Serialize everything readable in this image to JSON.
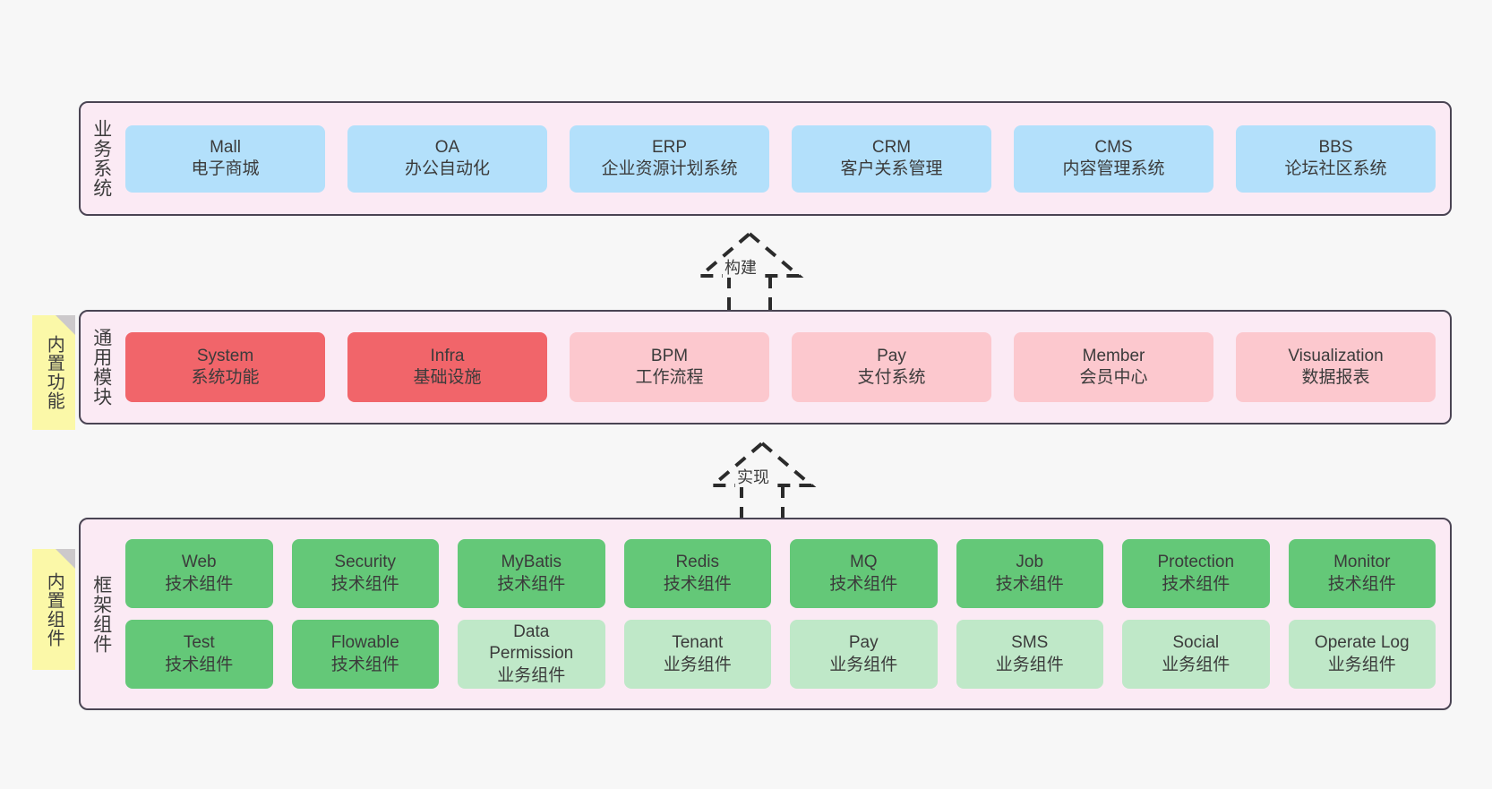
{
  "diagram": {
    "background": "#f7f7f7",
    "panel_bg": "#fbeaf4",
    "panel_border": "#4a4453",
    "sticky_bg": "#fbf8a8"
  },
  "layers": [
    {
      "id": "business",
      "title": "业务系统",
      "rows": [
        {
          "cards": [
            {
              "name": "Mall",
              "sub": "电子商城",
              "color": "#b3e0fb",
              "style": "c-blue"
            },
            {
              "name": "OA",
              "sub": "办公自动化",
              "color": "#b3e0fb",
              "style": "c-blue"
            },
            {
              "name": "ERP",
              "sub": "企业资源计划系统",
              "color": "#b3e0fb",
              "style": "c-blue"
            },
            {
              "name": "CRM",
              "sub": "客户关系管理",
              "color": "#b3e0fb",
              "style": "c-blue"
            },
            {
              "name": "CMS",
              "sub": "内容管理系统",
              "color": "#b3e0fb",
              "style": "c-blue"
            },
            {
              "name": "BBS",
              "sub": "论坛社区系统",
              "color": "#b3e0fb",
              "style": "c-blue"
            }
          ]
        }
      ]
    },
    {
      "id": "common",
      "title": "通用模块",
      "sticky": "内置功能",
      "rows": [
        {
          "cards": [
            {
              "name": "System",
              "sub": "系统功能",
              "color": "#f1656a",
              "style": "c-red"
            },
            {
              "name": "Infra",
              "sub": "基础设施",
              "color": "#f1656a",
              "style": "c-red"
            },
            {
              "name": "BPM",
              "sub": "工作流程",
              "color": "#fcc8ce",
              "style": "c-pink"
            },
            {
              "name": "Pay",
              "sub": "支付系统",
              "color": "#fcc8ce",
              "style": "c-pink"
            },
            {
              "name": "Member",
              "sub": "会员中心",
              "color": "#fcc8ce",
              "style": "c-pink"
            },
            {
              "name": "Visualization",
              "sub": "数据报表",
              "color": "#fcc8ce",
              "style": "c-pink"
            }
          ]
        }
      ]
    },
    {
      "id": "framework",
      "title": "框架组件",
      "sticky": "内置组件",
      "rows": [
        {
          "cards": [
            {
              "name": "Web",
              "sub": "技术组件",
              "color": "#64c878",
              "style": "c-green"
            },
            {
              "name": "Security",
              "sub": "技术组件",
              "color": "#64c878",
              "style": "c-green"
            },
            {
              "name": "MyBatis",
              "sub": "技术组件",
              "color": "#64c878",
              "style": "c-green"
            },
            {
              "name": "Redis",
              "sub": "技术组件",
              "color": "#64c878",
              "style": "c-green"
            },
            {
              "name": "MQ",
              "sub": "技术组件",
              "color": "#64c878",
              "style": "c-green"
            },
            {
              "name": "Job",
              "sub": "技术组件",
              "color": "#64c878",
              "style": "c-green"
            },
            {
              "name": "Protection",
              "sub": "技术组件",
              "color": "#64c878",
              "style": "c-green"
            },
            {
              "name": "Monitor",
              "sub": "技术组件",
              "color": "#64c878",
              "style": "c-green"
            }
          ]
        },
        {
          "cards": [
            {
              "name": "Test",
              "sub": "技术组件",
              "color": "#64c878",
              "style": "c-green"
            },
            {
              "name": "Flowable",
              "sub": "技术组件",
              "color": "#64c878",
              "style": "c-green"
            },
            {
              "name": "Data Permission",
              "sub": "业务组件",
              "color": "#bfe8c8",
              "style": "c-green-light"
            },
            {
              "name": "Tenant",
              "sub": "业务组件",
              "color": "#bfe8c8",
              "style": "c-green-light"
            },
            {
              "name": "Pay",
              "sub": "业务组件",
              "color": "#bfe8c8",
              "style": "c-green-light"
            },
            {
              "name": "SMS",
              "sub": "业务组件",
              "color": "#bfe8c8",
              "style": "c-green-light"
            },
            {
              "name": "Social",
              "sub": "业务组件",
              "color": "#bfe8c8",
              "style": "c-green-light"
            },
            {
              "name": "Operate Log",
              "sub": "业务组件",
              "color": "#bfe8c8",
              "style": "c-green-light"
            }
          ]
        }
      ]
    }
  ],
  "connectors": [
    {
      "id": "build",
      "label": "构建",
      "from": "common",
      "to": "business"
    },
    {
      "id": "implement",
      "label": "实现",
      "from": "framework",
      "to": "common"
    }
  ]
}
